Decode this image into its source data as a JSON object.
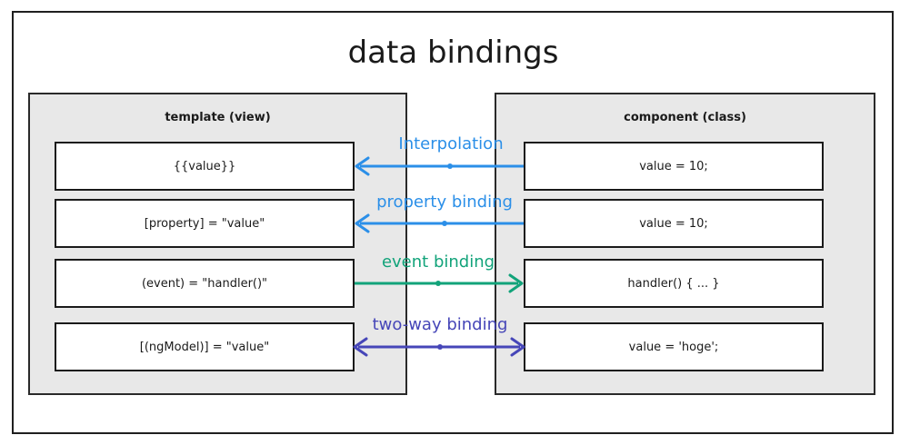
{
  "diagram": {
    "title": "data bindings",
    "template_panel": {
      "title": "template (view)",
      "rows": [
        "{{value}}",
        "[property] = \"value\"",
        "(event) = \"handler()\"",
        "[(ngModel)] = \"value\""
      ]
    },
    "component_panel": {
      "title": "component (class)",
      "rows": [
        "value = 10;",
        "value = 10;",
        "handler() { ... }",
        "value = 'hoge';"
      ]
    },
    "bindings": [
      {
        "label": "Interpolation",
        "direction": "to-template",
        "color": "#2b8fe8"
      },
      {
        "label": "property binding",
        "direction": "to-template",
        "color": "#2b8fe8"
      },
      {
        "label": "event binding",
        "direction": "to-component",
        "color": "#12a37a"
      },
      {
        "label": "two-way binding",
        "direction": "both",
        "color": "#4646b8"
      }
    ]
  }
}
